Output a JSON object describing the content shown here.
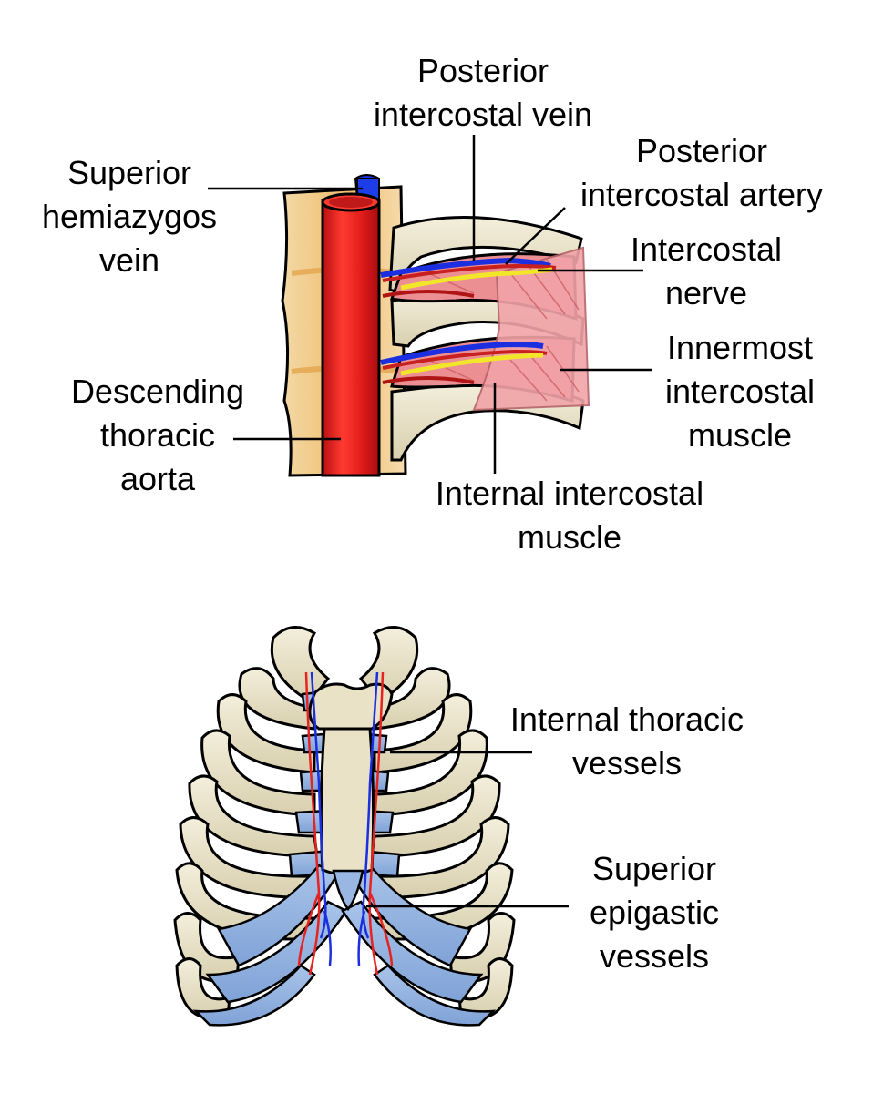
{
  "top_diagram": {
    "labels": {
      "posterior_intercostal_vein": [
        "Posterior",
        "intercostal vein"
      ],
      "posterior_intercostal_artery": [
        "Posterior",
        "intercostal artery"
      ],
      "superior_hemiazygos_vein": [
        "Superior",
        "hemiazygos",
        "vein"
      ],
      "intercostal_nerve": [
        "Intercostal",
        "nerve"
      ],
      "innermost_intercostal_muscle": [
        "Innermost",
        "intercostal",
        "muscle"
      ],
      "descending_thoracic_aorta": [
        "Descending",
        "thoracic",
        "aorta"
      ],
      "internal_intercostal_muscle": [
        "Internal intercostal",
        "muscle"
      ]
    }
  },
  "bottom_diagram": {
    "labels": {
      "internal_thoracic_vessels": [
        "Internal thoracic",
        "vessels"
      ],
      "superior_epigastic_vessels": [
        "Superior",
        "epigastic",
        "vessels"
      ]
    }
  },
  "colors": {
    "artery": "#e52421",
    "vein": "#1c2fe0",
    "nerve": "#f2e62a",
    "muscle": "#ec8f93",
    "bone": "#e8e2c7",
    "cartilage": "#8fb1e0",
    "vertebra": "#f0c07a"
  }
}
